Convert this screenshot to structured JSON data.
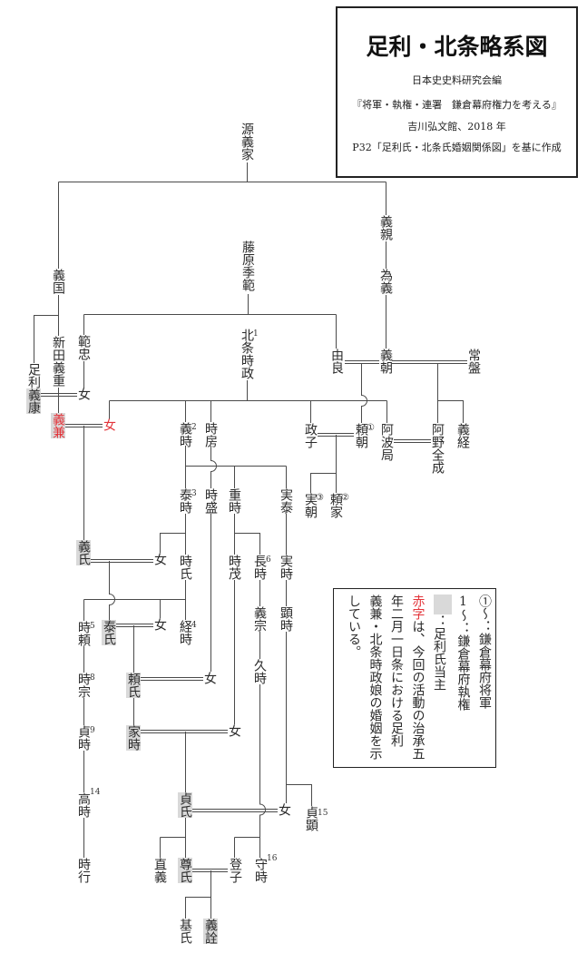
{
  "title": {
    "heading": "足利・北条略系図",
    "editor": "日本史史料研究会編",
    "book": "『将軍・執権・連署　鎌倉幕府権力を考える』",
    "publisher": "吉川弘文館、2018 年",
    "source": "P32「足利氏・北条氏婚姻関係図」を基に作成"
  },
  "colors": {
    "highlight": "#d9d9d9",
    "red_text": "#e3343a",
    "line": "#4a4a4a",
    "border": "#222222"
  },
  "people": {
    "yoshiie": {
      "name": "源義家"
    },
    "yoshikuni": {
      "name": "義国"
    },
    "suenori": {
      "name": "藤原季範"
    },
    "yoshichika": {
      "name": "義親"
    },
    "tameyoshi": {
      "name": "為義"
    },
    "ashikaga_yoshiyasu": {
      "prefix": "足利",
      "name": "義康",
      "highlighted": true
    },
    "nitta_yoshishige": {
      "name": "新田義重"
    },
    "noritada": {
      "name": "範忠"
    },
    "noritada_daughter": {
      "name": "女"
    },
    "tokimasa": {
      "name": "北条時政",
      "sup": "1"
    },
    "yoshikane": {
      "name": "義兼",
      "highlighted": true,
      "red": true
    },
    "tokimasa_daughter": {
      "name": "女",
      "red": true
    },
    "yura": {
      "name": "由良"
    },
    "yoshitomo": {
      "name": "義朝"
    },
    "tokiwa": {
      "name": "常盤"
    },
    "yoshitoki": {
      "name": "義時",
      "sup": "2"
    },
    "tokifusa": {
      "name": "時房"
    },
    "masako": {
      "name": "政子"
    },
    "yoritomo": {
      "name": "頼朝",
      "sup": "①"
    },
    "awa_no_tsubone": {
      "name": "阿波局"
    },
    "ano_zenjo": {
      "name": "阿野全成"
    },
    "yoshitsune": {
      "name": "義経"
    },
    "sanetomo": {
      "name": "実朝",
      "sup": "③"
    },
    "yoriie": {
      "name": "頼家",
      "sup": "②"
    },
    "yasutoki": {
      "name": "泰時",
      "sup": "3"
    },
    "tokimori": {
      "name": "時盛"
    },
    "shigetoki": {
      "name": "重時"
    },
    "saneyasu": {
      "name": "実泰"
    },
    "yoshiuji": {
      "name": "義氏",
      "highlighted": true
    },
    "yasutoki_daughter": {
      "name": "女"
    },
    "tokiuji": {
      "name": "時氏"
    },
    "tokishige": {
      "name": "時茂"
    },
    "nagatoki": {
      "name": "長時",
      "sup": "6"
    },
    "sanetoki": {
      "name": "実時"
    },
    "tokiyori": {
      "name": "時頼",
      "sup": "5"
    },
    "yasuuji": {
      "name": "泰氏",
      "highlighted": true
    },
    "tokiuji_daughter": {
      "name": "女"
    },
    "tsunetoki": {
      "name": "経時",
      "sup": "4"
    },
    "yoshimune": {
      "name": "義宗"
    },
    "akitoki": {
      "name": "顕時"
    },
    "tokimune": {
      "name": "時宗",
      "sup": "8"
    },
    "yoriuji": {
      "name": "頼氏",
      "highlighted": true
    },
    "tokimori_daughter": {
      "name": "女"
    },
    "hisatoki": {
      "name": "久時"
    },
    "sadatoki": {
      "name": "貞時",
      "sup": "9"
    },
    "ietoki": {
      "name": "家時",
      "highlighted": true
    },
    "tokishige_daughter": {
      "name": "女"
    },
    "takatoki": {
      "name": "高時",
      "sup": "14"
    },
    "sadauji": {
      "name": "貞氏",
      "highlighted": true
    },
    "akitoki_daughter": {
      "name": "女"
    },
    "sadaaki": {
      "name": "貞顕",
      "sup": "15"
    },
    "tokiyuki": {
      "name": "時行"
    },
    "tadayoshi": {
      "name": "直義"
    },
    "takauji": {
      "name": "尊氏",
      "highlighted": true
    },
    "toshiko": {
      "name": "登子"
    },
    "moritoki": {
      "name": "守時",
      "sup": "16"
    },
    "motouji": {
      "name": "基氏"
    },
    "yoshiakira": {
      "name": "義詮",
      "highlighted": true
    }
  },
  "legend": {
    "shogun_note": "①～：鎌倉幕府将軍",
    "regent_note": "1～：鎌倉幕府執権",
    "highlight_note": "：足利氏当主",
    "red_word": "赤字",
    "red_note": [
      "は、今回の活動の治承五",
      "年二月一日条における足利",
      "義兼・北条時政娘の婚姻を示",
      "している。"
    ]
  }
}
